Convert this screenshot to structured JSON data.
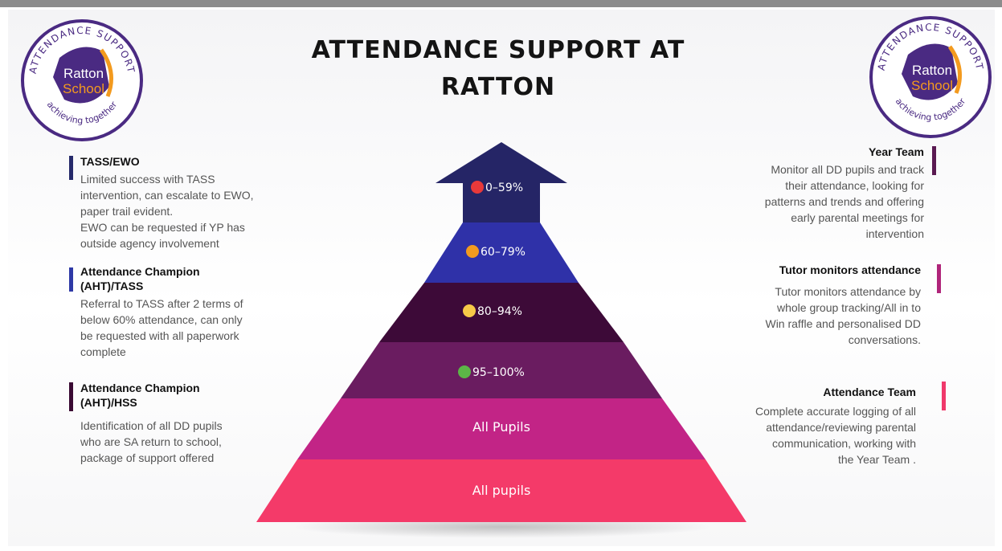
{
  "title_line1": "ATTENDANCE SUPPORT AT",
  "title_line2": "RATTON",
  "logo": {
    "arc_top": "ATTENDANCE SUPPORT",
    "name_line1": "Ratton",
    "name_line2": "School",
    "arc_bottom": "achieving together"
  },
  "left_blocks": [
    {
      "heading": "TASS/EWO",
      "lines": [
        "Limited success with TASS",
        "intervention, can escalate to EWO,",
        "paper trail evident.",
        "EWO can be requested if YP has",
        "outside agency involvement"
      ],
      "bar_color": "#262a6b"
    },
    {
      "heading_lines": [
        "Attendance Champion",
        "(AHT)/TASS"
      ],
      "lines": [
        "Referral to TASS after 2 terms of",
        "below 60% attendance, can only",
        "be requested with all paperwork",
        "complete"
      ],
      "bar_color": "#2e39a6"
    },
    {
      "heading_lines": [
        "Attendance Champion",
        "(AHT)/HSS"
      ],
      "lines": [
        "Identification of all DD pupils",
        "who are SA return to school,",
        "package of support offered"
      ],
      "bar_color": "#3a0a33"
    }
  ],
  "right_blocks": [
    {
      "heading": "Year Team",
      "lines": [
        "Monitor all DD pupils and track",
        "their attendance, looking for",
        "patterns and trends and offering",
        "early parental meetings for",
        "intervention"
      ],
      "bar_color": "#5a1a52"
    },
    {
      "heading": "Tutor monitors attendance",
      "lines": [
        "Tutor monitors attendance by",
        "whole group tracking/All in to",
        "Win raffle and personalised DD",
        "conversations."
      ],
      "bar_color": "#b0257a"
    },
    {
      "heading": "Attendance Team",
      "lines": [
        "Complete accurate logging of all",
        "attendance/reviewing parental",
        "communication, working with",
        "the Year Team ."
      ],
      "bar_color": "#f0386b"
    }
  ],
  "pyramid": [
    {
      "label": "0–59%",
      "color": "#252566",
      "dot": "#e8393a"
    },
    {
      "label": "60–79%",
      "color": "#2f31a8",
      "dot": "#f39a1e"
    },
    {
      "label": "80–94%",
      "color": "#3d0a38",
      "dot": "#f7c948"
    },
    {
      "label": "95–100%",
      "color": "#6a1c60",
      "dot": "#5cb547"
    },
    {
      "label": "All Pupils",
      "color": "#c22486",
      "dot": null
    },
    {
      "label": "All pupils",
      "color": "#f43a69",
      "dot": null
    }
  ]
}
